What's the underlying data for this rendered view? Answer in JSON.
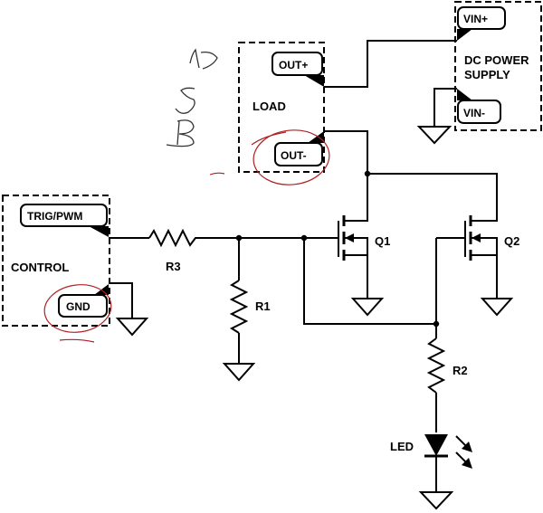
{
  "blocks": {
    "control": {
      "label": "CONTROL",
      "pins": {
        "trig": "TRIG/PWM",
        "gnd": "GND"
      }
    },
    "load": {
      "label": "LOAD",
      "pins": {
        "out_plus": "OUT+",
        "out_minus": "OUT-"
      }
    },
    "power": {
      "label_line1": "DC POWER",
      "label_line2": "SUPPLY",
      "pins": {
        "vin_plus": "VIN+",
        "vin_minus": "VIN-"
      }
    }
  },
  "components": {
    "r1": "R1",
    "r2": "R2",
    "r3": "R3",
    "q1": "Q1",
    "q2": "Q2",
    "led": "LED"
  },
  "colors": {
    "wire": "#000000",
    "annotation_circle": "#b02020"
  }
}
